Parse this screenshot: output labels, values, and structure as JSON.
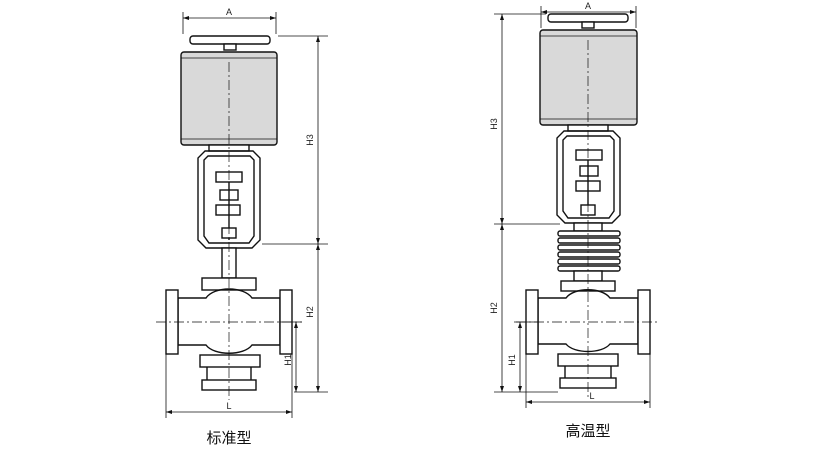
{
  "diagrams": [
    {
      "caption": "标准型",
      "dims": {
        "width_top": "A",
        "height_actuator": "H3",
        "height_body": "H2",
        "height_flange": "H1",
        "length": "L"
      }
    },
    {
      "caption": "高温型",
      "dims": {
        "width_top": "A",
        "height_actuator": "H3",
        "height_body": "H2",
        "height_flange": "H1",
        "length": "L"
      }
    }
  ],
  "colors": {
    "actuator_fill": "#d9d9d9",
    "line": "#111111"
  }
}
